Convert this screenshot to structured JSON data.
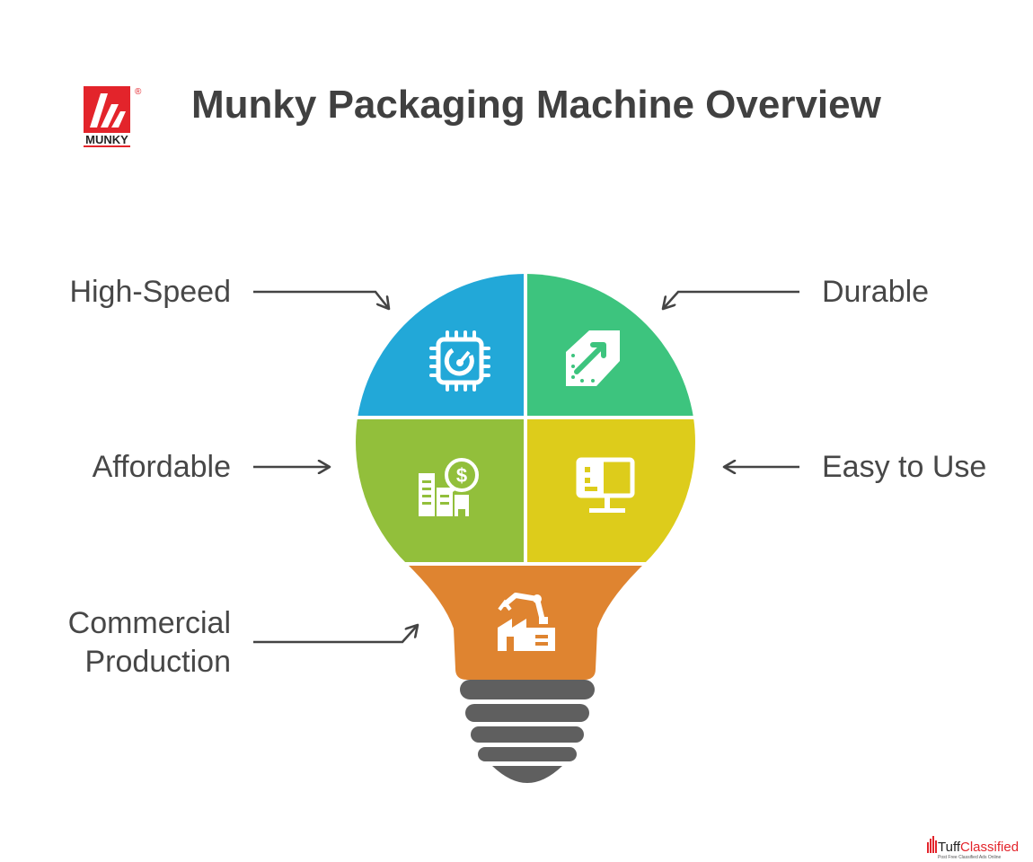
{
  "header": {
    "title": "Munky Packaging Machine Overview",
    "logo": {
      "text": "MUNKY",
      "mark": "®",
      "color": "#e3242b"
    }
  },
  "features": [
    {
      "id": "high-speed",
      "label": "High-Speed",
      "icon": "chip-gauge-icon",
      "color": "#22a8d8"
    },
    {
      "id": "durable",
      "label": "Durable",
      "icon": "shield-tag-icon",
      "color": "#3dc47e"
    },
    {
      "id": "affordable",
      "label": "Affordable",
      "icon": "building-dollar-icon",
      "color": "#92bf3b"
    },
    {
      "id": "easy-to-use",
      "label": "Easy to Use",
      "icon": "monitor-panel-icon",
      "color": "#ddcc1b"
    },
    {
      "id": "commercial-production",
      "label": "Commercial\nProduction",
      "icon": "factory-robot-icon",
      "color": "#df8430"
    }
  ],
  "bulb_base_color": "#5f5f5f",
  "arrow_color": "#444444",
  "watermark": {
    "brand": "TuffClassified",
    "tagline": "Post Free Classified Ads Online",
    "accent": "#e3242b"
  }
}
